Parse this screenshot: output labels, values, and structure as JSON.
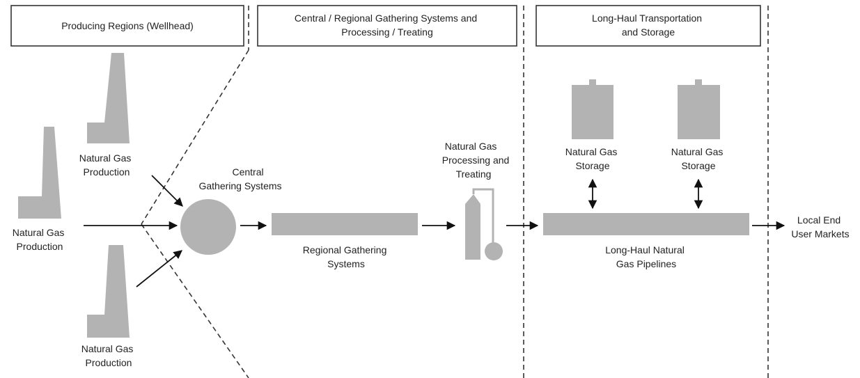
{
  "headers": {
    "producing": [
      "Producing Regions (Wellhead)"
    ],
    "gathering": [
      "Central / Regional Gathering Systems and",
      "Processing / Treating"
    ],
    "longhaul": [
      "Long-Haul Transportation",
      "and Storage"
    ]
  },
  "labels": {
    "production_top": [
      "Natural Gas",
      "Production"
    ],
    "production_left": [
      "Natural Gas",
      "Production"
    ],
    "production_bottom": [
      "Natural Gas",
      "Production"
    ],
    "central_gathering": [
      "Central",
      "Gathering Systems"
    ],
    "regional_gathering": [
      "Regional Gathering",
      "Systems"
    ],
    "processing": [
      "Natural Gas",
      "Processing and",
      "Treating"
    ],
    "storage_1": [
      "Natural Gas",
      "Storage"
    ],
    "storage_2": [
      "Natural Gas",
      "Storage"
    ],
    "pipelines": [
      "Long-Haul Natural",
      "Gas Pipelines"
    ],
    "end_markets": [
      "Local End",
      "User Markets"
    ]
  },
  "colors": {
    "shape_fill": "#b3b3b3",
    "line": "#111111"
  }
}
